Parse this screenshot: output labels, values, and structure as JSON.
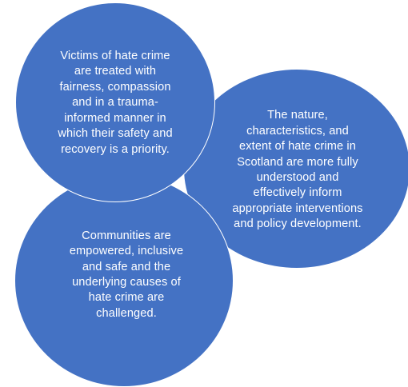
{
  "colors": {
    "circle_fill": "#4472c4",
    "circle_stroke": "#ffffff",
    "text": "#ffffff",
    "background": "#ffffff"
  },
  "circles": [
    {
      "id": "victims",
      "lines": [
        "Victims of hate crime",
        "are treated with",
        "fairness, compassion",
        "and in a trauma-",
        "informed manner in",
        "which their safety and",
        "recovery is a priority."
      ]
    },
    {
      "id": "nature",
      "lines": [
        "The nature,",
        "characteristics, and",
        "extent of hate crime in",
        "Scotland are more fully",
        "understood and",
        "effectively inform",
        "appropriate interventions",
        "and policy development."
      ]
    },
    {
      "id": "communities",
      "lines": [
        "Communities are",
        "empowered, inclusive",
        "and safe and the",
        "underlying causes of",
        "hate crime are",
        "challenged."
      ]
    }
  ]
}
